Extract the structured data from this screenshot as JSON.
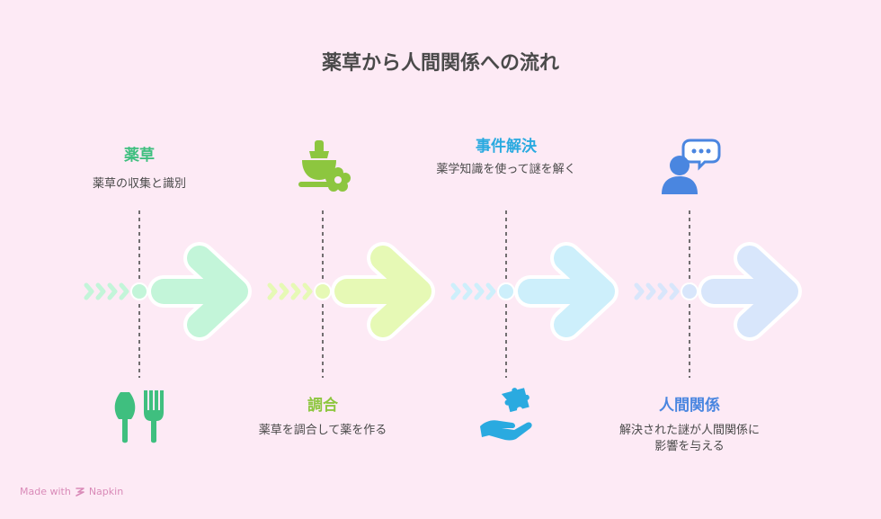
{
  "title": "薬草から人間関係への流れ",
  "steps": [
    {
      "heading": "薬草",
      "description": "薬草の収集と識別",
      "color": "#3FBF7F",
      "arrow_color": "#C3F5D9",
      "icon": "trowel-fork-icon"
    },
    {
      "heading": "調合",
      "description": "薬草を調合して薬を作る",
      "color": "#8DC63F",
      "arrow_color": "#E6F9B5",
      "icon": "mortar-flower-icon"
    },
    {
      "heading": "事件解決",
      "description": "薬学知識を使って謎を解く",
      "color": "#2AAAE0",
      "arrow_color": "#CDEFFB",
      "icon": "puzzle-hand-icon"
    },
    {
      "heading": "人間関係",
      "description": "解決された謎が人間関係に影響を与える",
      "color": "#4A86E0",
      "arrow_color": "#D8E6FB",
      "icon": "person-speech-icon"
    }
  ],
  "footer": {
    "made_with": "Made with",
    "brand": "Napkin"
  }
}
